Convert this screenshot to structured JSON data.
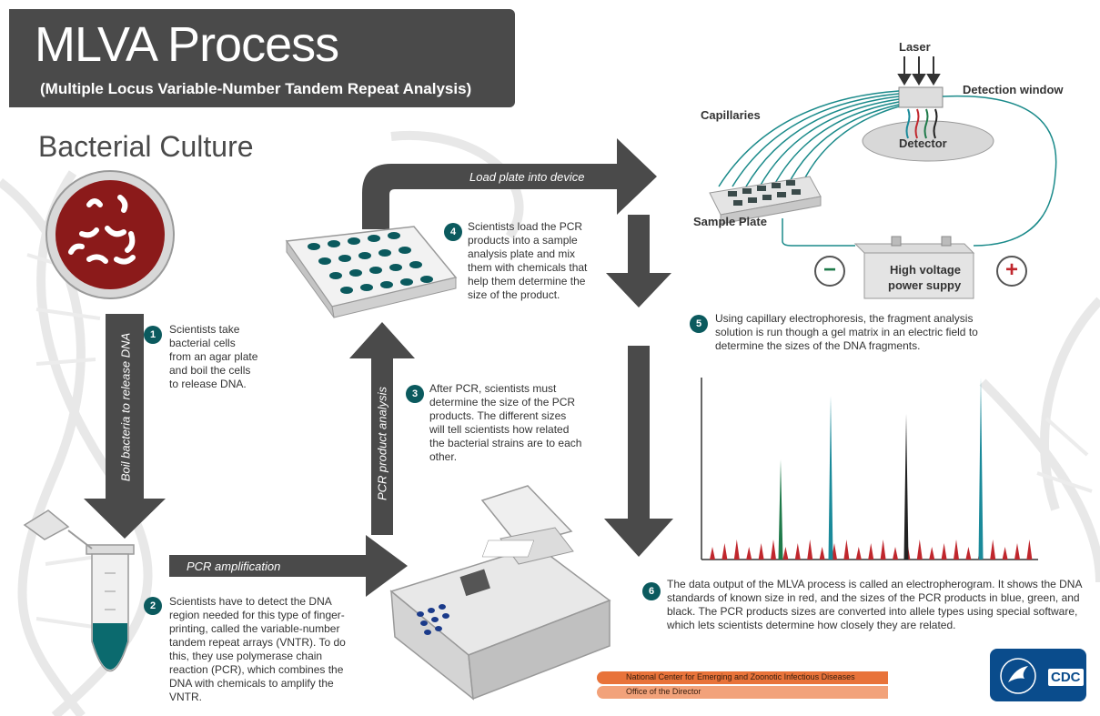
{
  "title": {
    "main": "MLVA Process",
    "subtitle": "(Multiple Locus Variable-Number Tandem Repeat Analysis)"
  },
  "section_title": "Bacterial Culture",
  "arrows": {
    "boil": "Boil bacteria to release DNA",
    "pcr_amp": "PCR amplification",
    "pcr_analysis": "PCR product analysis",
    "load": "Load plate into device"
  },
  "steps": [
    {
      "num": "1",
      "text": "Scientists take bacterial cells from an agar plate and boil the cells to release DNA."
    },
    {
      "num": "2",
      "text": "Scientists have to detect the DNA region needed for this type of finger-printing, called the variable-number tandem repeat arrays (VNTR). To do this, they use polymerase chain reaction (PCR), which combines the DNA with chemicals to amplify the VNTR."
    },
    {
      "num": "3",
      "text": "After PCR, scientists must determine the size of the PCR products. The different sizes will tell scientists how related the bacterial strains are to each other."
    },
    {
      "num": "4",
      "text": "Scientists load the PCR products into a sample analysis plate and mix them with chemicals that help them determine the size of the product."
    },
    {
      "num": "5",
      "text": "Using capillary electrophoresis, the fragment analysis solution is run though a gel matrix in an electric field to determine the sizes of the DNA fragments."
    },
    {
      "num": "6",
      "text": "The data output of the MLVA process is called an electropherogram. It shows the DNA standards of known size in red, and the sizes of the PCR products in blue, green, and black. The PCR products sizes are converted into allele types using special software, which lets scientists determine how closely they are related."
    }
  ],
  "device": {
    "laser": "Laser",
    "detection_window": "Detection window",
    "capillaries": "Capillaries",
    "detector": "Detector",
    "sample_plate": "Sample Plate",
    "power_line1": "High voltage",
    "power_line2": "power suppy",
    "minus": "−",
    "plus": "+"
  },
  "colors": {
    "dark": "#4a4a4a",
    "teal": "#0b5a5e",
    "red_standard": "#c0272d",
    "blue_peak": "#1a8a9a",
    "green_peak": "#1f7a4a",
    "black_peak": "#222222",
    "culture": "#8b1a1a"
  },
  "footer": {
    "line1": "National Center for Emerging and Zoonotic Infectious Diseases",
    "line2": "Office of the Director",
    "logo": "CDC"
  }
}
